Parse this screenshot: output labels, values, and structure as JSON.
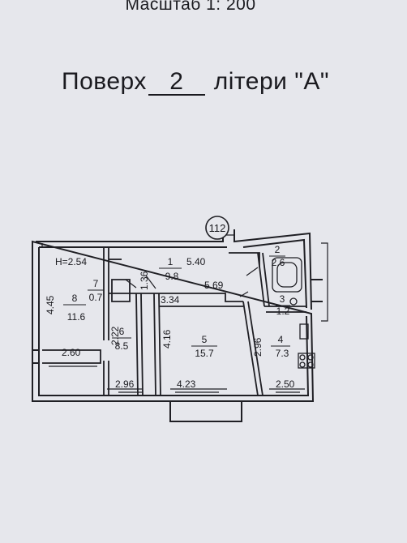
{
  "header": {
    "scale": "Масштаб 1: 200",
    "floor_prefix": "Поверх",
    "floor_number": "2",
    "floor_suffix": "літери \"А\""
  },
  "plan": {
    "building_no": "112",
    "ceiling_height": "H=2.54",
    "rooms": [
      {
        "no": "1",
        "area": "9.8"
      },
      {
        "no": "2",
        "area": "2.6"
      },
      {
        "no": "3",
        "area": "1.2"
      },
      {
        "no": "4",
        "area": "7.3"
      },
      {
        "no": "5",
        "area": "15.7"
      },
      {
        "no": "6",
        "area": "8.5"
      },
      {
        "no": "7",
        "area": "0.7"
      },
      {
        "no": "8",
        "area": "11.6"
      }
    ],
    "dimensions": {
      "d_136": "1.36",
      "d_540": "5.40",
      "d_569": "5.69",
      "d_334": "3.34",
      "d_445": "4.45",
      "d_222": "2.22",
      "d_416": "4.16",
      "d_296a": "2.96",
      "d_260": "2.60",
      "d_296b": "2.96",
      "d_423": "4.23",
      "d_250": "2.50"
    }
  }
}
